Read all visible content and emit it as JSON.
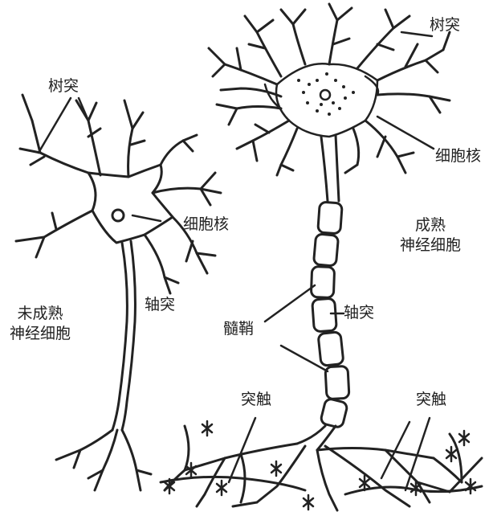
{
  "colors": {
    "ink": "#222222",
    "paper": "#ffffff"
  },
  "labels": {
    "immature_dendrite": "树突",
    "immature_nucleus": "细胞核",
    "immature_axon": "轴突",
    "immature_title": "未成熟\n神经细胞",
    "mature_dendrite": "树突",
    "mature_nucleus": "细胞核",
    "mature_title": "成熟\n神经细胞",
    "myelin_sheath": "髓鞘",
    "mature_axon": "轴突",
    "synapse_left": "突触",
    "synapse_right": "突触"
  }
}
